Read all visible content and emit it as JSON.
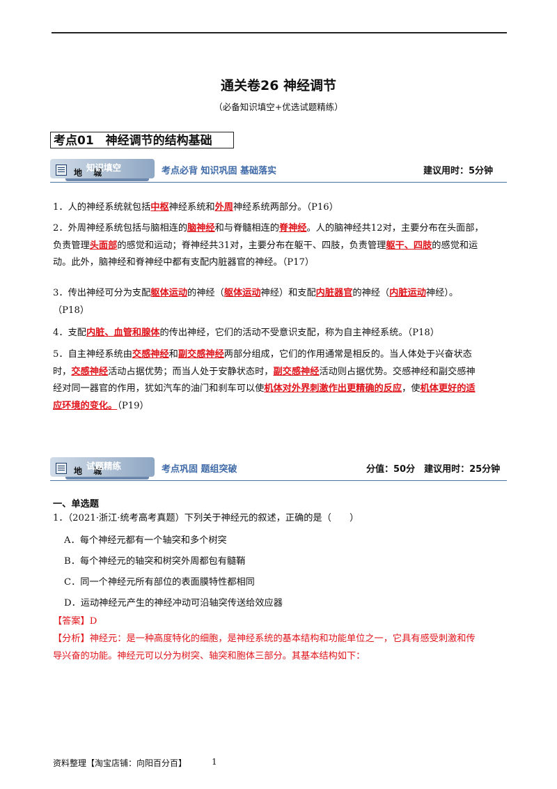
{
  "header": {
    "title": "通关卷26 神经调节",
    "subtitle": "（必备知识填空+优选试题精练）"
  },
  "section1": {
    "label": "考点01　神经调节的结构基础",
    "banner": {
      "badge_left": "地 城",
      "badge_title": "知识填空",
      "middle": "考点必背  知识巩固  基础落实",
      "right": "建议用时：5分钟"
    },
    "items": [
      {
        "lines": [
          [
            [
              "1．人的神经系统就包括",
              ""
            ],
            [
              "中枢",
              "red"
            ],
            [
              "神经系统和",
              ""
            ],
            [
              "外周",
              "red"
            ],
            [
              "神经系统两部分。（P16）",
              ""
            ]
          ]
        ]
      },
      {
        "lines": [
          [
            [
              "2．外周神经系统包括与脑相连的",
              ""
            ],
            [
              "脑神经",
              "red"
            ],
            [
              "和与脊髓相连的",
              ""
            ],
            [
              "脊神经",
              "red"
            ],
            [
              "。人的脑神经共12对，主要分布在头面部，",
              ""
            ]
          ],
          [
            [
              "负责管理",
              ""
            ],
            [
              "头面部",
              "red"
            ],
            [
              "的感觉和运动；脊神经共31对，主要分布在躯干、四肢，负责管理",
              ""
            ],
            [
              "躯干、四肢",
              "red"
            ],
            [
              "的感觉和运",
              ""
            ]
          ],
          [
            [
              "动。此外，脑神经和脊神经中都有支配内脏器官的神经。（P17）",
              ""
            ]
          ]
        ]
      },
      {
        "lines": [
          [
            [
              "3．传出神经可分为支配",
              ""
            ],
            [
              "躯体运动",
              "red"
            ],
            [
              "的神经（",
              ""
            ],
            [
              "躯体运动",
              "red"
            ],
            [
              "神经）和支配",
              ""
            ],
            [
              "内脏器官",
              "red"
            ],
            [
              "的神经（",
              ""
            ],
            [
              "内脏运动",
              "red"
            ],
            [
              "神经）。",
              ""
            ]
          ],
          [
            [
              "（P18）",
              ""
            ]
          ]
        ]
      },
      {
        "lines": [
          [
            [
              "4．支配",
              ""
            ],
            [
              "内脏、血管和腺体",
              "red"
            ],
            [
              "的传出神经，它们的活动不受意识支配，称为自主神经系统。（P18）",
              ""
            ]
          ]
        ]
      },
      {
        "lines": [
          [
            [
              "5．自主神经系统由",
              ""
            ],
            [
              "交感神经",
              "red"
            ],
            [
              "和",
              ""
            ],
            [
              "副交感神经",
              "red"
            ],
            [
              "两部分组成，它们的作用通常是相反的。当人体处于兴奋状态",
              ""
            ]
          ],
          [
            [
              "时，",
              ""
            ],
            [
              "交感神经",
              "red"
            ],
            [
              "活动占据优势；而当人处于安静状态时，",
              ""
            ],
            [
              "副交感神经",
              "red"
            ],
            [
              "活动则占据优势。交感神经和副交感神",
              ""
            ]
          ],
          [
            [
              "经对同一器官的作用，犹如汽车的油门和刹车可以使",
              ""
            ],
            [
              "机体对外界刺激作出更精确的反应",
              "red"
            ],
            [
              "，使",
              ""
            ],
            [
              "机体更好的适",
              "red"
            ]
          ],
          [
            [
              "应环境的变化。",
              "red"
            ],
            [
              "（P19）",
              ""
            ]
          ]
        ]
      }
    ]
  },
  "section2": {
    "banner": {
      "badge_left": "地 城",
      "badge_title": "试题精练",
      "middle": "考点巩固  题组突破",
      "right": "分值：50分　建议用时：25分钟"
    },
    "heading": "一、单选题",
    "question": "1．（2021·浙江·统考高考真题）下列关于神经元的叙述，正确的是（　　）",
    "options": [
      "A．每个神经元都有一个轴突和多个树突",
      "B．每个神经元的轴突和树突外周都包有髓鞘",
      "C．同一个神经元所有部位的表面膜特性都相同",
      "D．运动神经元产生的神经冲动可沿轴突传送给效应器"
    ],
    "answer": "【答案】D",
    "analysis_line1": "【分析】神经元：是一种高度特化的细胞，是神经系统的基本结构和功能单位之一，它具有感受刺激和传",
    "analysis_line2": "导兴奋的功能。神经元可以分为树突、轴突和胞体三部分。其基本结构如下："
  },
  "footer": {
    "text": "资料整理【淘宝店铺：向阳百分百】",
    "page": "1"
  }
}
